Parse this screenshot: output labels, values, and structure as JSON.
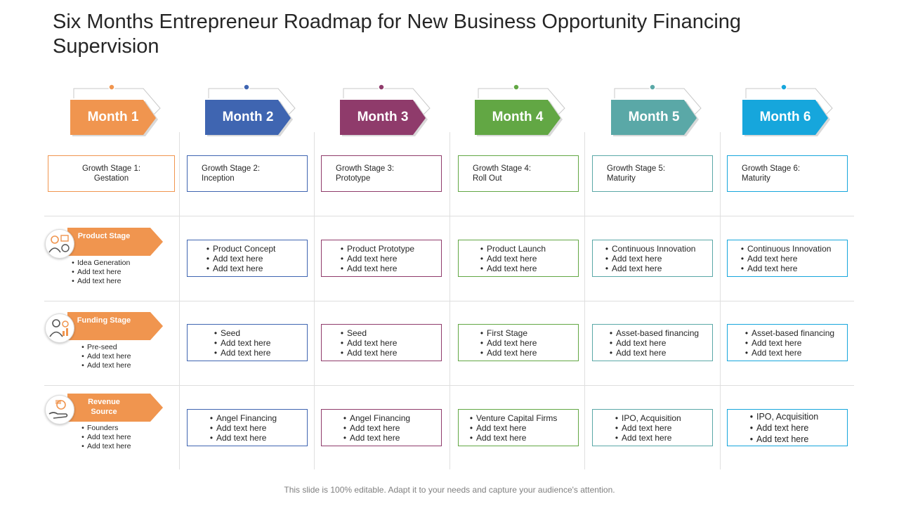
{
  "title": "Six Months Entrepreneur Roadmap for New Business Opportunity Financing Supervision",
  "footer": "This slide is 100% editable. Adapt it to your needs and capture your audience's attention.",
  "months": [
    {
      "label": "Month 1",
      "color": "#f0954f",
      "stage": [
        "Growth Stage 1:",
        "Gestation"
      ]
    },
    {
      "label": "Month 2",
      "color": "#3f65b1",
      "stage": [
        "Growth Stage 2:",
        "Inception"
      ]
    },
    {
      "label": "Month 3",
      "color": "#8f3b6b",
      "stage": [
        "Growth Stage 3:",
        "Prototype"
      ]
    },
    {
      "label": "Month 4",
      "color": "#62a744",
      "stage": [
        "Growth Stage 4:",
        "Roll Out"
      ]
    },
    {
      "label": "Month 5",
      "color": "#5aa8a7",
      "stage": [
        "Growth Stage 5:",
        "Maturity"
      ]
    },
    {
      "label": "Month 6",
      "color": "#16a6dc",
      "stage": [
        "Growth Stage 6:",
        "Maturity"
      ]
    }
  ],
  "rows": [
    {
      "label": "Product Stage",
      "icon": "people-chart-icon",
      "items": [
        "Idea Generation",
        "Add text here",
        "Add text here"
      ],
      "cells": [
        [
          "Product Concept",
          "Add text here",
          "Add text here"
        ],
        [
          "Product Prototype",
          "Add text here",
          "Add text here"
        ],
        [
          "Product Launch",
          "Add text here",
          "Add text here"
        ],
        [
          "Continuous Innovation",
          "Add text here",
          "Add text here"
        ],
        [
          "Continuous Innovation",
          "Add text here",
          "Add text here"
        ]
      ]
    },
    {
      "label": "Funding Stage",
      "icon": "investor-icon",
      "items": [
        "Pre-seed",
        "Add text here",
        "Add text here"
      ],
      "cells": [
        [
          "Seed",
          "Add text here",
          "Add text here"
        ],
        [
          "Seed",
          "Add text here",
          "Add text here"
        ],
        [
          "First Stage",
          "Add text here",
          "Add text here"
        ],
        [
          "Asset-based financing",
          "Add text here",
          "Add text here"
        ],
        [
          "Asset-based financing",
          "Add text here",
          "Add text here"
        ]
      ]
    },
    {
      "label": "Revenue Source",
      "icon": "money-hand-icon",
      "items": [
        "Founders",
        "Add text here",
        "Add text here"
      ],
      "cells": [
        [
          "Angel Financing",
          "Add text here",
          "Add text here"
        ],
        [
          "Angel Financing",
          "Add text here",
          "Add text here"
        ],
        [
          "Venture Capital Firms",
          "Add text here",
          "Add text here"
        ],
        [
          "IPO, Acquisition",
          "Add text here",
          "Add text here"
        ],
        [
          "IPO, Acquisition",
          "Add text here",
          "Add text here"
        ]
      ]
    }
  ]
}
